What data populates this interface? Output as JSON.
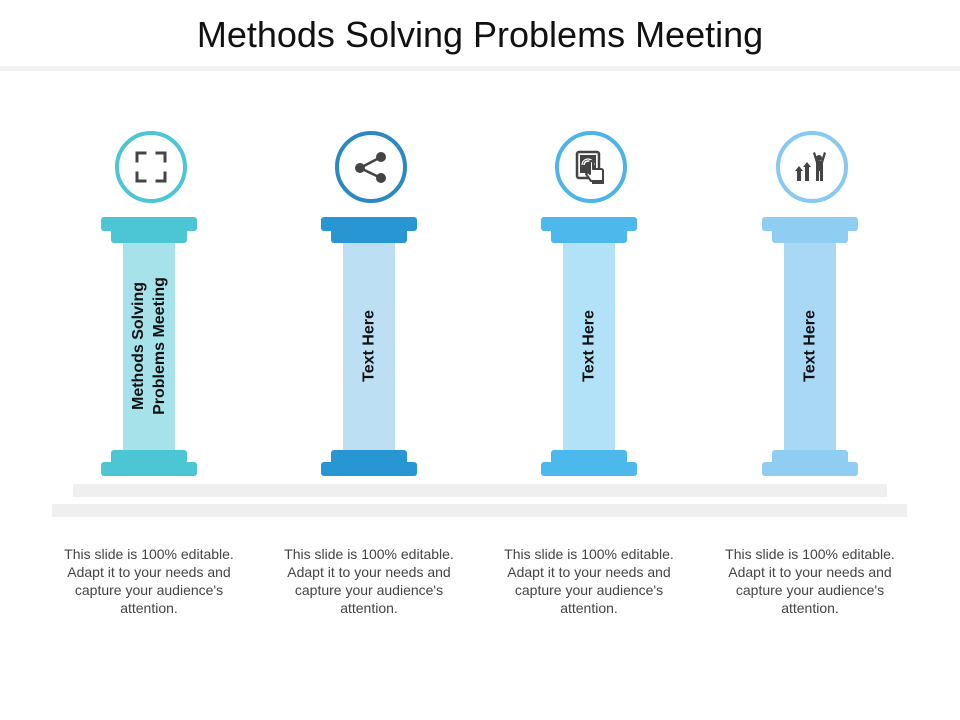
{
  "title": "Methods Solving Problems Meeting",
  "colors": {
    "pillar1": {
      "cap": "#4cc6d4",
      "shaft": "#a5e2ea",
      "ring": "#4cc6d4"
    },
    "pillar2": {
      "cap": "#2996d4",
      "shaft": "#bcdff4",
      "ring": "#2a88c2"
    },
    "pillar3": {
      "cap": "#4db8ec",
      "shaft": "#b2e2f7",
      "ring": "#4cb4e6"
    },
    "pillar4": {
      "cap": "#8fcdf2",
      "shaft": "#a9d8f5",
      "ring": "#87c9ef"
    },
    "base": "#efefef",
    "icon": "#444444"
  },
  "pillars": [
    {
      "icon": "focus-frame-icon",
      "label_line1": "Methods Solving",
      "label_line2": "Problems Meeting",
      "description": "This slide is 100% editable. Adapt it to your needs and capture your audience's attention."
    },
    {
      "icon": "share-nodes-icon",
      "label_line1": "Text Here",
      "label_line2": "",
      "description": "This slide is 100% editable. Adapt it to your needs and capture your audience's attention."
    },
    {
      "icon": "touch-screen-icon",
      "label_line1": "Text Here",
      "label_line2": "",
      "description": "This slide is 100% editable. Adapt it to your needs and capture your audience's attention."
    },
    {
      "icon": "growth-person-icon",
      "label_line1": "Text Here",
      "label_line2": "",
      "description": "This slide is 100% editable. Adapt it to your needs and capture your audience's attention."
    }
  ]
}
